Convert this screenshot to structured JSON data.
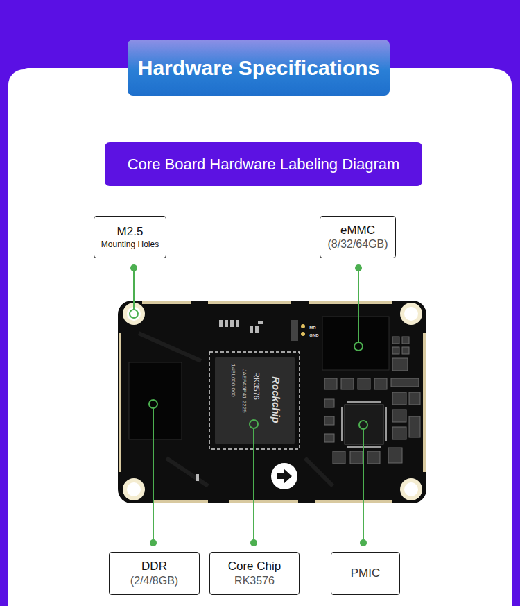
{
  "diagram": {
    "title": "Hardware Specifications",
    "nodes": [
      {
        "text": [
          "Core Board Hardware Labeling Diagram"
        ]
      },
      {
        "text": [
          "M2.5",
          "Mounting Holes"
        ]
      },
      {
        "text": [
          "eMMC",
          "(8/32/64GB)"
        ]
      },
      {
        "text": [
          "DDR",
          "(2/4/8GB)"
        ]
      },
      {
        "text": [
          "Core Chip",
          "RK3576"
        ]
      },
      {
        "text": [
          "PMIC"
        ]
      }
    ],
    "labels": [
      "Rockchip",
      "RK3576",
      "JAEFA5P41 2229",
      "14BL000 000",
      "MR",
      "GND"
    ]
  }
}
